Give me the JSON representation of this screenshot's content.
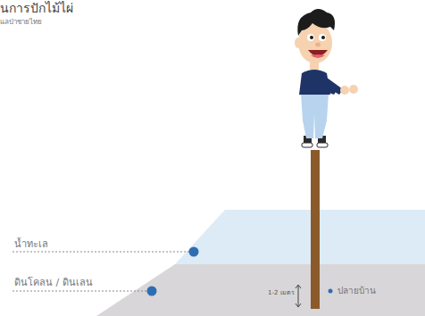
{
  "diagram": {
    "title": "นการปักไม้ไผ่",
    "labels": [
      "แลป่าชายไทย",
      "น้ำทะเล",
      "ดินโคลน / ดินเลน",
      "1-2 เมตร",
      "ปลายบ้าน"
    ]
  }
}
